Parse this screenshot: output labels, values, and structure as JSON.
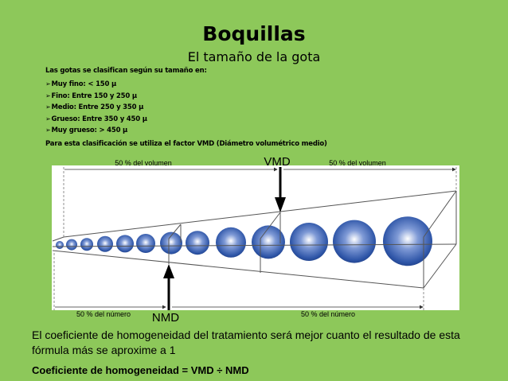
{
  "title": "Boquillas",
  "subtitle": "El tamaño de la gota",
  "intro": "Las gotas se clasifican según su tamaño en:",
  "sizes": [
    "Muy fino: < 150 µ",
    "Fino: Entre 150 y 250 µ",
    "Medio: Entre 250 y 350 µ",
    "Grueso: Entre 350 y 450 µ",
    "Muy grueso: > 450 µ"
  ],
  "vmd_note": "Para esta clasificación se utiliza el factor VMD (Diámetro volumétrico medio)",
  "diagram": {
    "vol_left": "50 % del volumen",
    "vol_right": "50 % del volumen",
    "vmd": "VMD",
    "nmd": "NMD",
    "num_left": "50 % del número",
    "num_right": "50 % del número",
    "sphere_color": "#2f56a8"
  },
  "body": "El coeficiente de homogeneidad del tratamiento será mejor cuanto el resultado de esta fórmula más se aproxime a 1",
  "formula": "Coeficiente de homogeneidad = VMD ÷ NMD"
}
